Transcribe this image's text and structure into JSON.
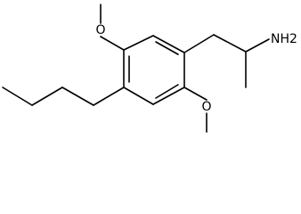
{
  "molecule": {
    "labels": {
      "methoxy_top": "O",
      "methoxy_bottom": "O",
      "amine": "NH2"
    },
    "colors": {
      "bond": "#000000",
      "label": "#000000",
      "background": "#ffffff"
    }
  }
}
